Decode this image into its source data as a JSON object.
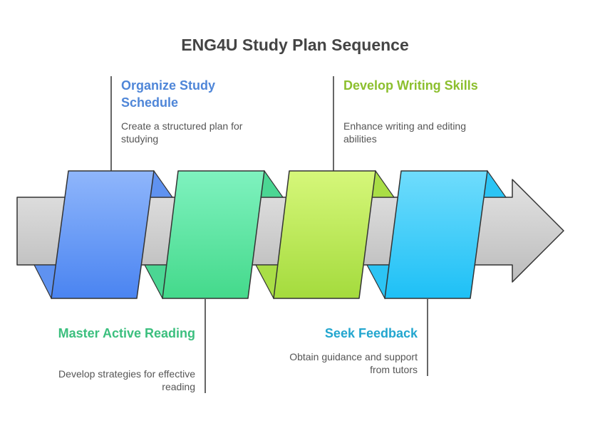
{
  "title": "ENG4U Study Plan Sequence",
  "steps": [
    {
      "heading": "Organize Study Schedule",
      "description": "Create a structured plan for studying",
      "color": "#4f86d8"
    },
    {
      "heading": "Master Active Reading",
      "description": "Develop strategies for effective reading",
      "color": "#3bbf7e"
    },
    {
      "heading": "Develop Writing Skills",
      "description": "Enhance writing and editing abilities",
      "color": "#8cbf2e"
    },
    {
      "heading": "Seek Feedback",
      "description": "Obtain guidance and support from tutors",
      "color": "#22a6cf"
    }
  ],
  "colors": {
    "arrow_fill": "#c4c4c4",
    "outline": "#333333",
    "band_blue": "#6b9ff5",
    "band_green": "#5fe3a3",
    "band_lime": "#bde85a",
    "band_cyan": "#3dcdf5"
  }
}
